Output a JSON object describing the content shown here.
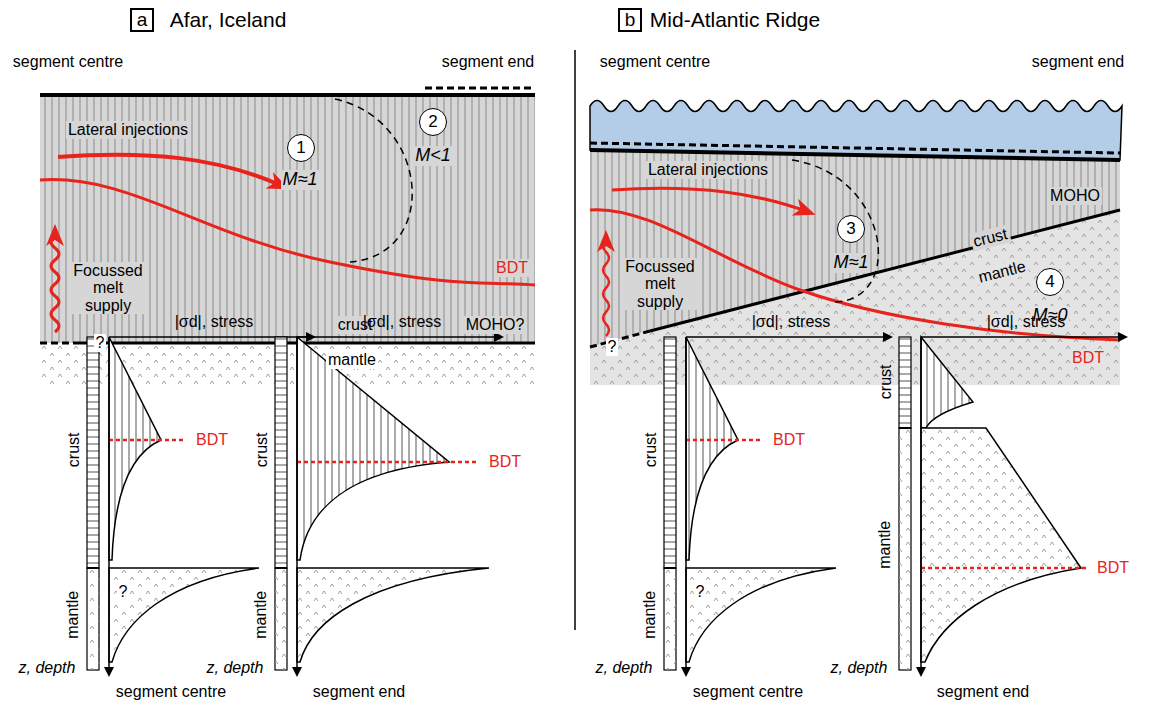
{
  "diagram": {
    "nodes": [
      {
        "text": [
          "a"
        ]
      },
      {
        "text": [
          "1"
        ]
      },
      {
        "text": [
          "2"
        ]
      },
      {
        "text": [
          "b"
        ]
      },
      {
        "text": [
          "3"
        ]
      },
      {
        "text": [
          "4"
        ]
      }
    ],
    "labels": [
      "Afar, Iceland",
      "Mid-Atlantic Ridge",
      "segment centre",
      "segment end",
      "segment centre",
      "segment end",
      "Lateral injections",
      "Focussed melt supply",
      "M≈1",
      "M<1",
      "BDT",
      "crust",
      "MOHO?",
      "mantle",
      "?",
      "Lateral injections",
      "Focussed melt supply",
      "M≈1",
      "M≈0",
      "MOHO",
      "crust",
      "mantle",
      "BDT",
      "?",
      "|σd|, stress",
      "crust",
      "mantle",
      "BDT",
      "?",
      "z, depth",
      "segment centre",
      "|σd|, stress",
      "crust",
      "mantle",
      "BDT",
      "z, depth",
      "segment end",
      "|σd|, stress",
      "crust",
      "mantle",
      "BDT",
      "?",
      "z, depth",
      "segment centre",
      "|σd|, stress",
      "crust",
      "mantle",
      "BDT",
      "z, depth",
      "segment end"
    ]
  }
}
